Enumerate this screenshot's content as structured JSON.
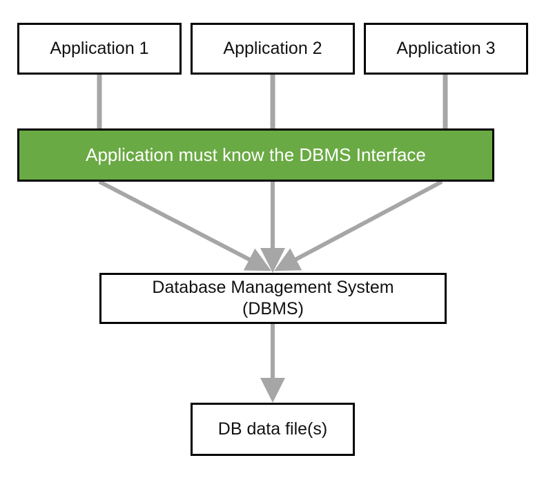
{
  "diagram": {
    "applications": [
      {
        "label": "Application 1"
      },
      {
        "label": "Application 2"
      },
      {
        "label": "Application 3"
      }
    ],
    "interface": {
      "label": "Application must know the DBMS Interface"
    },
    "dbms": {
      "line1": "Database Management System",
      "line2": "(DBMS)"
    },
    "datafile": {
      "label": "DB data file(s)"
    }
  },
  "colors": {
    "interface_fill": "#6aaa44",
    "connector": "#a6a6a6",
    "border": "#000000"
  }
}
